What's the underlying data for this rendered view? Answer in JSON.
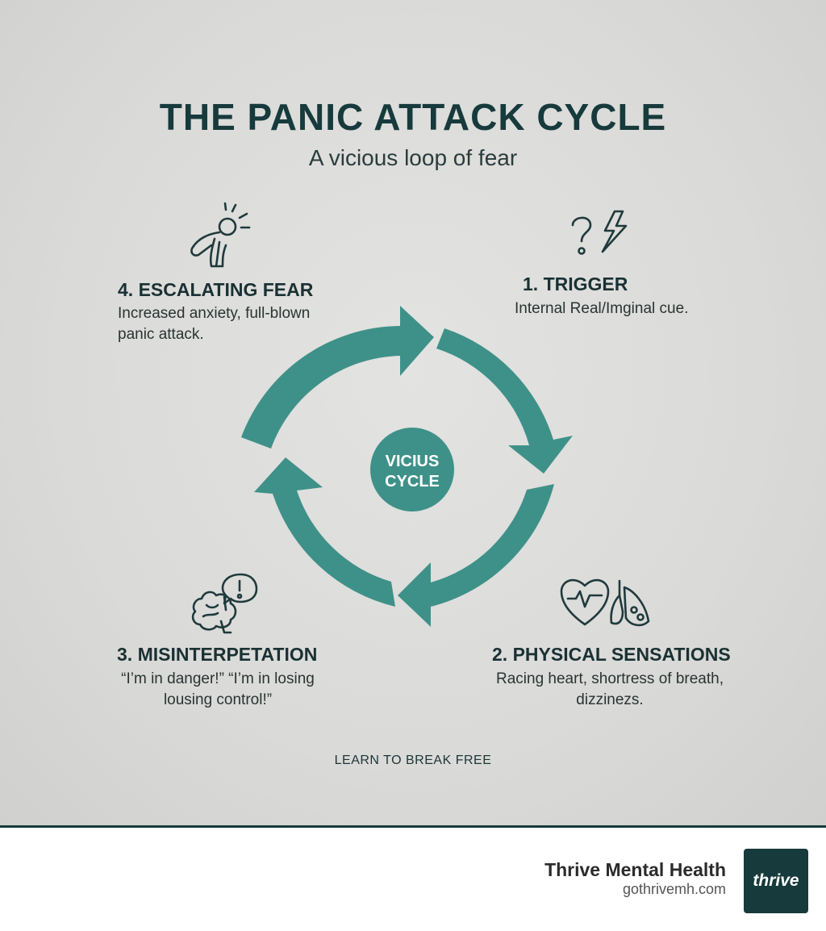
{
  "header": {
    "title": "THE PANIC ATTACK CYCLE",
    "subtitle": "A vicious loop of fear"
  },
  "center": {
    "line1": "VICIUS",
    "line2": "CYCLE"
  },
  "steps": [
    {
      "title": "1. TRIGGER",
      "desc_lines": [
        "Internal Real/Imginal cue."
      ],
      "icon": "question-lightning-icon"
    },
    {
      "title": "2. PHYSICAL SENSATIONS",
      "desc_lines": [
        "Racing heart, shortress of breath,",
        "dizzinezs."
      ],
      "icon": "heart-lungs-icon"
    },
    {
      "title": "3. MISINTERPETATION",
      "desc_lines": [
        "“I’m in danger!” “I’m in losing",
        "lousing control!”"
      ],
      "icon": "brain-alert-icon"
    },
    {
      "title": "4. ESCALATING FEAR",
      "desc_lines": [
        "Increased anxiety, full-blown",
        "panic attack."
      ],
      "icon": "distressed-person-icon"
    }
  ],
  "cta": "LEARN TO BREAK FREE",
  "footer": {
    "brand_name": "Thrive Mental Health",
    "url": "gothrivemh.com",
    "logo_text": "thrive"
  },
  "colors": {
    "accent": "#3e9189",
    "dark": "#173a3c",
    "background": "#dcdcda"
  }
}
